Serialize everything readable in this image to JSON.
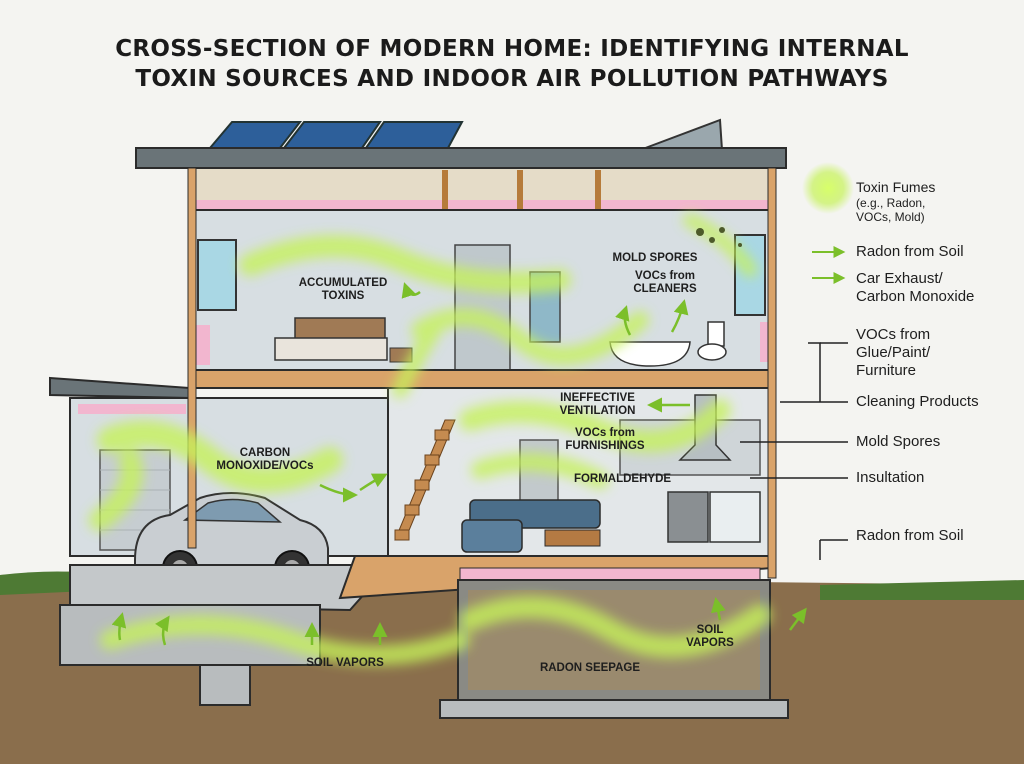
{
  "title": {
    "line1": "CROSS-SECTION OF MODERN HOME: IDENTIFYING INTERNAL",
    "line2": "TOXIN SOURCES AND INDOOR AIR POLLUTION PATHWAYS"
  },
  "labels": {
    "accumulated_toxins": "ACCUMULATED\nTOXINS",
    "mold_spores": "MOLD SPORES",
    "vocs_cleaners": "VOCs from\nCLEANERS",
    "ineffective_ventilation": "INEFFECTIVE\nVENTILATION",
    "vocs_furnishings": "VOCs from\nFURNISHINGS",
    "carbon_monoxide": "CARBON\nMONOXIDE/VOCs",
    "formaldehyde": "FORMALDEHYDE",
    "soil_vapors_left": "SOIL VAPORS",
    "radon_seepage": "RADON SEEPAGE",
    "soil_vapors_right": "SOIL\nVAPORS"
  },
  "legend": {
    "toxin_fumes": "Toxin Fumes",
    "toxin_fumes_sub": "(e.g., Radon,\nVOCs, Mold)",
    "radon_from_soil_arrow": "Radon from Soil",
    "car_exhaust": "Car Exhaust/\nCarbon Monoxide",
    "vocs_glue": "VOCs from\nGlue/Paint/\nFurniture",
    "cleaning_products": "Cleaning Products",
    "mold_spores": "Mold Spores",
    "insulation": "Insultation",
    "radon_from_soil": "Radon from Soil"
  },
  "colors": {
    "fume": "#c6f25a",
    "insulation": "#f2b6cf",
    "wood": "#d9a36a",
    "wall": "#d7dee2"
  }
}
